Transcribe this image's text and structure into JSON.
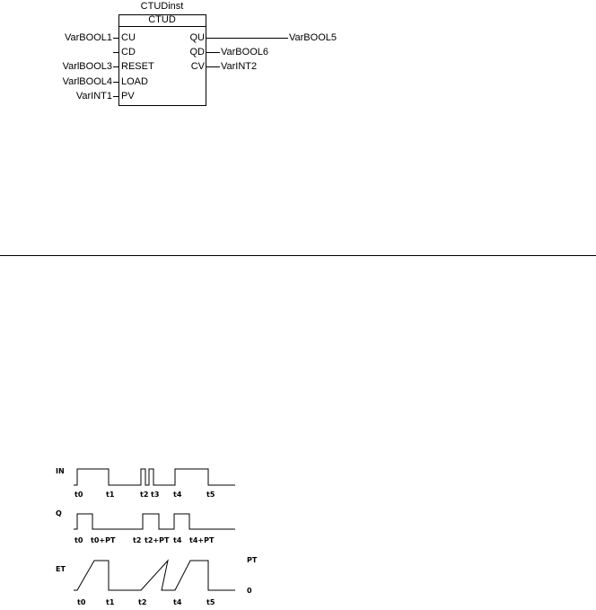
{
  "function_block": {
    "instance_name": "CTUDinst",
    "type_name": "CTUD",
    "inputs": [
      {
        "pin": "CU",
        "var": "VarBOOL1"
      },
      {
        "pin": "CD",
        "var": ""
      },
      {
        "pin": "RESET",
        "var": "VarlBOOL3"
      },
      {
        "pin": "LOAD",
        "var": "VarlBOOL4"
      },
      {
        "pin": "PV",
        "var": "VarINT1"
      }
    ],
    "outputs": [
      {
        "pin": "QU",
        "var": "VarBOOL5"
      },
      {
        "pin": "QD",
        "var": "VarBOOL6"
      },
      {
        "pin": "CV",
        "var": "VarINT2"
      }
    ]
  },
  "timing_diagram": {
    "signals": [
      "IN",
      "Q",
      "ET"
    ],
    "in_labels": [
      "t0",
      "t1",
      "t2",
      "t3",
      "t4",
      "t5"
    ],
    "q_labels": [
      "t0",
      "t0+PT",
      "t2",
      "t2+PT",
      "t4",
      "t4+PT"
    ],
    "et_labels": [
      "t0",
      "t1",
      "t2",
      "t4",
      "t5"
    ],
    "et_level_labels": [
      "PT",
      "0"
    ]
  }
}
